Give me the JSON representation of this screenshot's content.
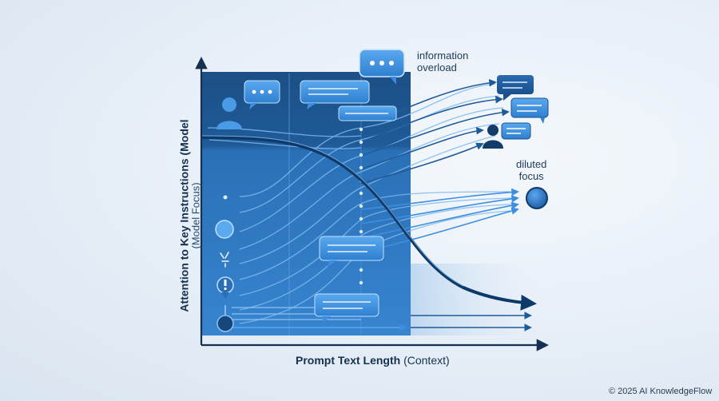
{
  "axes": {
    "y_label_main": "Attention to Key Instructions (Model",
    "y_label_sub": "(Model Focus)",
    "x_label_main": "Prompt Text Length",
    "x_label_sub": "(Context)"
  },
  "annotations": {
    "overload_line1": "information",
    "overload_line2": "overload",
    "diluted_line1": "diluted",
    "diluted_line2": "focus"
  },
  "footer": {
    "copyright": "© 2025 AI KnowledgeFlow"
  },
  "icons": [
    "user-icon",
    "chat-bubble-icon",
    "typing-bubble-icon",
    "exclamation-icon",
    "sparkle-icon",
    "focus-circle-icon"
  ],
  "colors": {
    "panel_dark": "#1b4f86",
    "panel_light": "#2f7bc6",
    "curve": "#0d3a6b",
    "arrow": "#1c5a9a",
    "accent": "#3d8ee0"
  }
}
